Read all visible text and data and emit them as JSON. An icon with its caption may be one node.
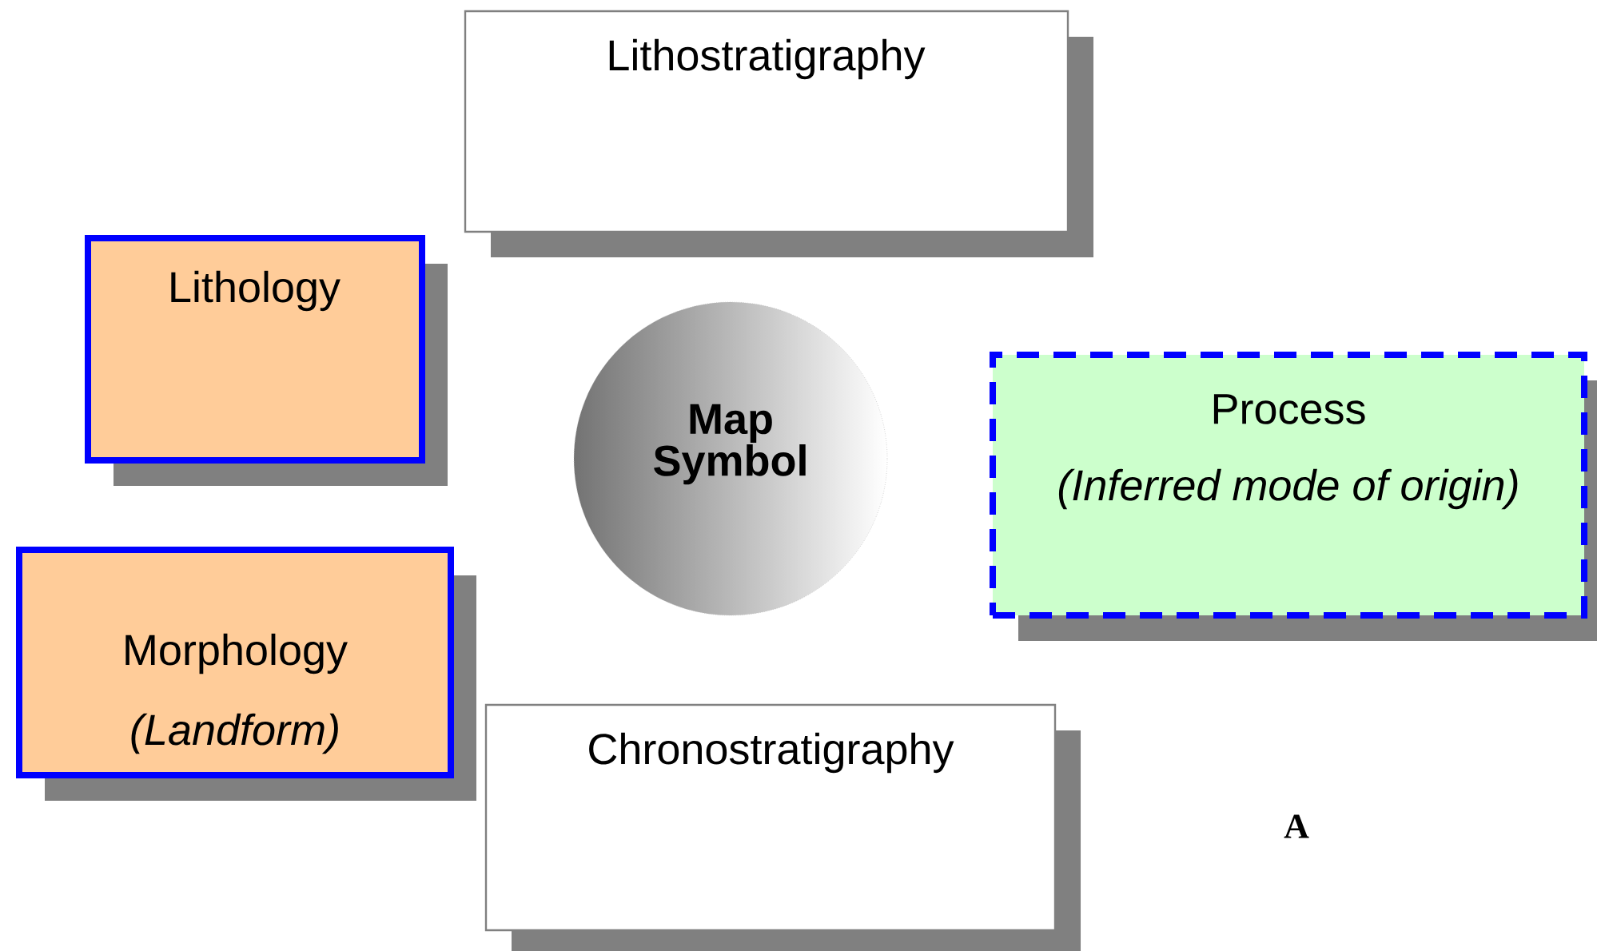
{
  "diagram": {
    "nodes": [
      {
        "text": [
          "Lithostratigraphy"
        ]
      },
      {
        "text": [
          "Lithology"
        ]
      },
      {
        "text": [
          "Map Symbol"
        ]
      },
      {
        "text": [
          "Process",
          "(Inferred mode of origin)"
        ]
      },
      {
        "text": [
          "Morphology",
          "(Landform)"
        ]
      },
      {
        "text": [
          "Chronostratigraphy"
        ]
      }
    ],
    "edges": [],
    "labels": [
      "A"
    ]
  }
}
